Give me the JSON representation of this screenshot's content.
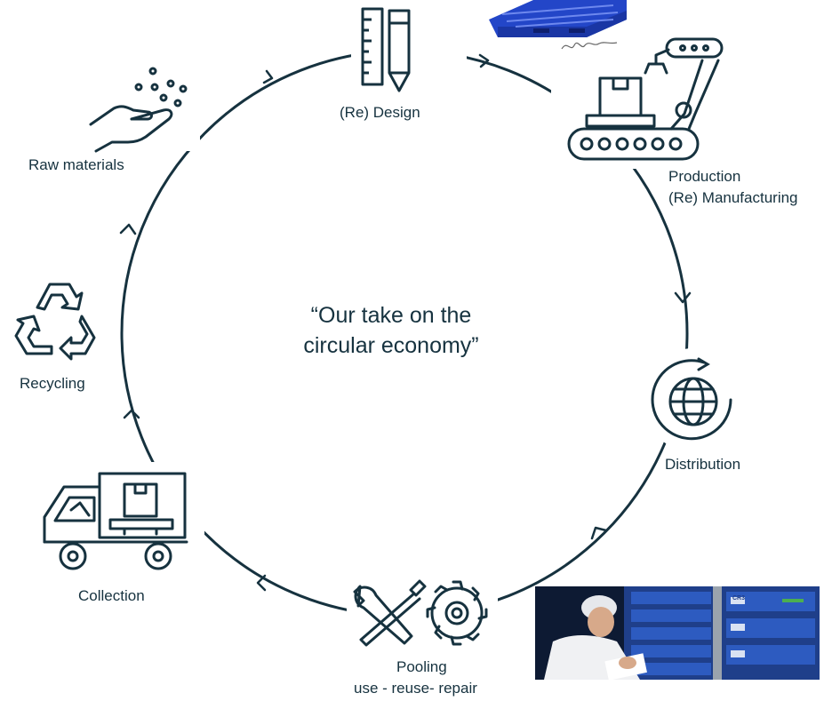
{
  "center": {
    "line1": "“Our take on the",
    "line2": "circular economy”"
  },
  "stages": {
    "design": "(Re) Design",
    "production_1": "Production",
    "production_2": "(Re) Manufacturing",
    "distribution": "Distribution",
    "pooling_1": "Pooling",
    "pooling_2": "use - reuse- repair",
    "collection": "Collection",
    "recycling": "Recycling",
    "raw_materials": "Raw materials"
  },
  "photo": {
    "badge_label": "CR3"
  },
  "colors": {
    "ink": "#16323f",
    "pallet_blue": "#2346c8",
    "photo_bg": "#0d1a33"
  },
  "icons": [
    "pencil-ruler-icon",
    "pallet-photo",
    "signature-mark",
    "robot-arm-conveyor-icon",
    "globe-cycle-icon",
    "tools-gear-icon",
    "truck-icon",
    "recycle-icon",
    "hand-particles-icon"
  ]
}
